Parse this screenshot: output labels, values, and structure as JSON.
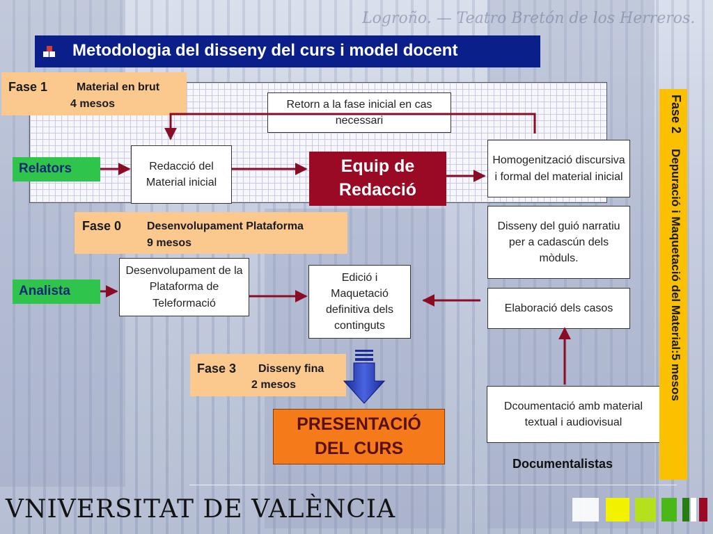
{
  "title": "Metodologia del disseny del curs i model docent",
  "background_caption": "Logroño. — Teatro Bretón de los Herreros.",
  "phases": {
    "fase1": {
      "name": "Fase 1",
      "desc": "Material en brut",
      "duration": "4 mesos"
    },
    "fase0": {
      "name": "Fase 0",
      "desc": "Desenvolupament Plataforma",
      "duration": "9 mesos"
    },
    "fase3": {
      "name": "Fase 3",
      "desc": "Disseny fina",
      "duration": "2 mesos"
    },
    "fase2": {
      "name": "Fase 2",
      "desc": "Depuració i Maquetació del  Material:5 mesos"
    }
  },
  "roles": {
    "relators": "Relators",
    "analista": "Analista",
    "documentalistas": "Documentalistas"
  },
  "boxes": {
    "retorn": "Retorn a la fase inicial en cas necessari",
    "redaccio": "Redacció del Material inicial",
    "equip_line1": "Equip de",
    "equip_line2": "Redacció",
    "homogen": "Homogenització discursiva i formal del material inicial",
    "disseny_guio": "Disseny del guió narratiu per a cadascún dels mòduls.",
    "desenv_plat": "Desenvolupament de la Plataforma de Teleformació",
    "edicio": "Edició i Maquetació definitiva dels continguts",
    "elaboracio": "Elaboració dels casos",
    "documentacio": "Dcoumentació amb material textual i audiovisual",
    "present_line1": "PRESENTACIÓ",
    "present_line2": "DEL CURS"
  },
  "logo": "VNIVERSITAT DE VALÈNCIA",
  "colors": {
    "title_bg": "#0b1f8a",
    "phase_bg": "#fbc98d",
    "role_bg": "#2fc44c",
    "equip_bg": "#9a0a25",
    "present_bg": "#f47a1a",
    "fase2_bar": "#fbc000",
    "arrow": "#8a0c24",
    "footer_squares": [
      "#ffffff",
      "#f2f200",
      "#b5e11c",
      "#49b818",
      "#277d12",
      "#ffffff",
      "#9a0a25"
    ]
  }
}
